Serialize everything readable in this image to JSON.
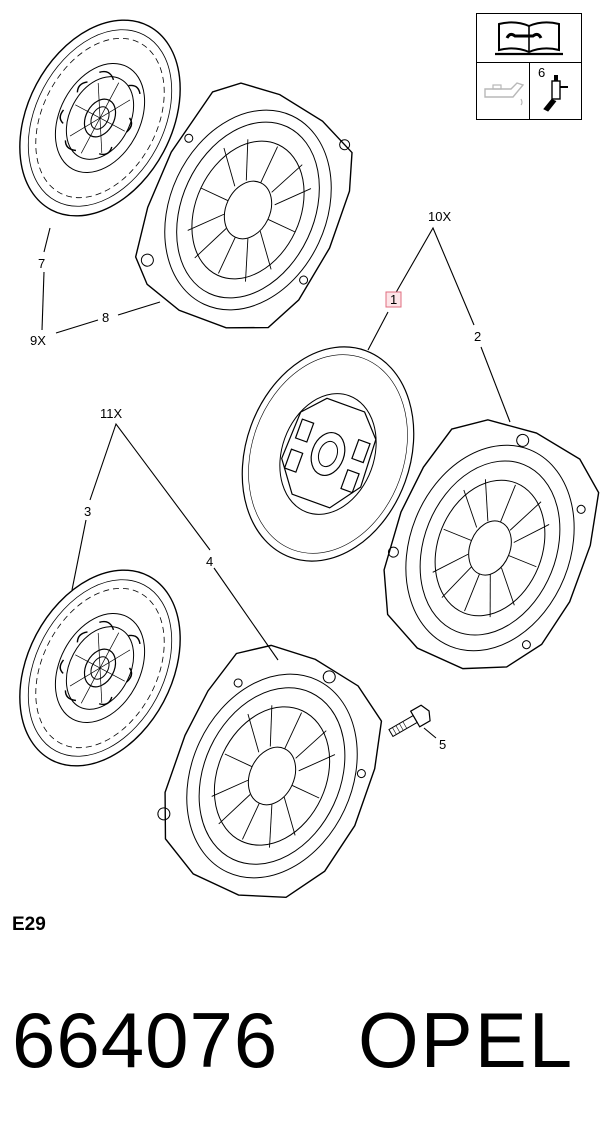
{
  "legend": {
    "item_number": "6",
    "icons": [
      "book-wrench-icon",
      "oil-can-icon",
      "grease-gun-icon"
    ]
  },
  "callouts": {
    "c1": "1",
    "c2": "2",
    "c3": "3",
    "c4": "4",
    "c5": "5",
    "c7": "7",
    "c8": "8",
    "q10x": "10X",
    "q11x": "11X",
    "q9x": "9X"
  },
  "colors": {
    "highlight_fill": "#fde5e8",
    "highlight_stroke": "#e06d7f"
  },
  "footer": {
    "section_code": "E29",
    "part_number": "664076",
    "brand": "OPEL"
  }
}
